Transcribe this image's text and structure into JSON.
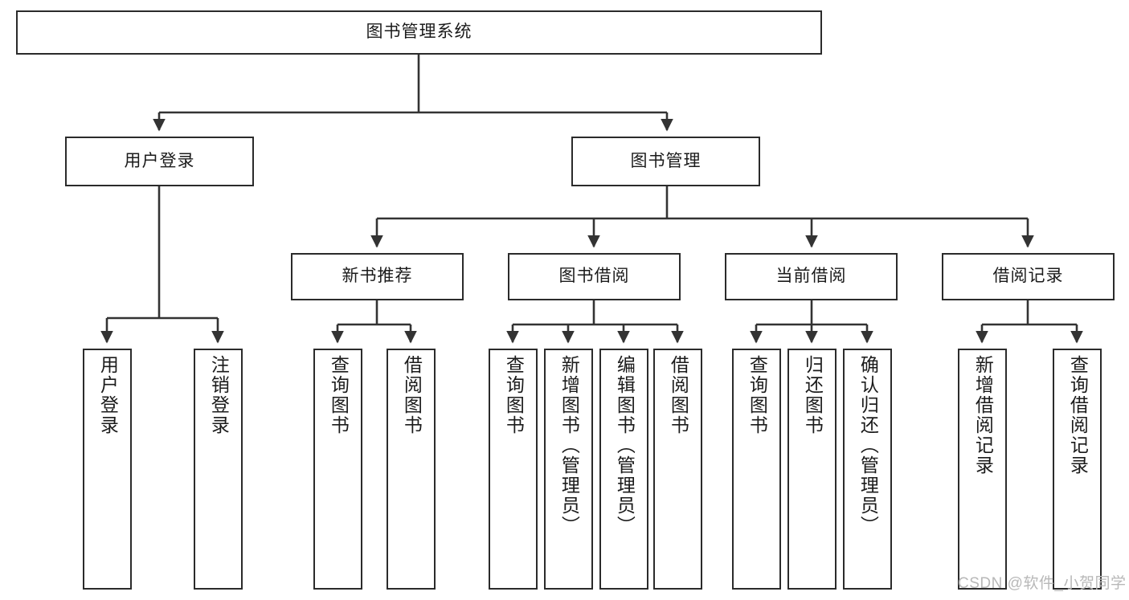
{
  "diagram": {
    "title": "图书管理系统",
    "type": "tree-hierarchy-chart",
    "watermark": "CSDN @软件_小贺同学",
    "colors": {
      "node_border": "#2b2b2b",
      "node_fill": "#ffffff",
      "edge": "#333333",
      "text": "#1a1a1a",
      "watermark": "#b8b8b8"
    },
    "root": {
      "label": "图书管理系统"
    },
    "level1": [
      {
        "label": "用户登录"
      },
      {
        "label": "图书管理"
      }
    ],
    "level2": [
      {
        "label": "新书推荐"
      },
      {
        "label": "图书借阅"
      },
      {
        "label": "当前借阅"
      },
      {
        "label": "借阅记录"
      }
    ],
    "leaves": {
      "user_login": [
        {
          "label": "用户登录"
        },
        {
          "label": "注销登录"
        }
      ],
      "new_book_recommend": [
        {
          "label": "查询图书"
        },
        {
          "label": "借阅图书"
        }
      ],
      "book_borrow": [
        {
          "label": "查询图书"
        },
        {
          "label": "新增图书（管理员）"
        },
        {
          "label": "编辑图书（管理员）"
        },
        {
          "label": "借阅图书"
        }
      ],
      "current_borrow": [
        {
          "label": "查询图书"
        },
        {
          "label": "归还图书"
        },
        {
          "label": "确认归还（管理员）"
        }
      ],
      "borrow_record": [
        {
          "label": "新增借阅记录"
        },
        {
          "label": "查询借阅记录"
        }
      ]
    }
  }
}
